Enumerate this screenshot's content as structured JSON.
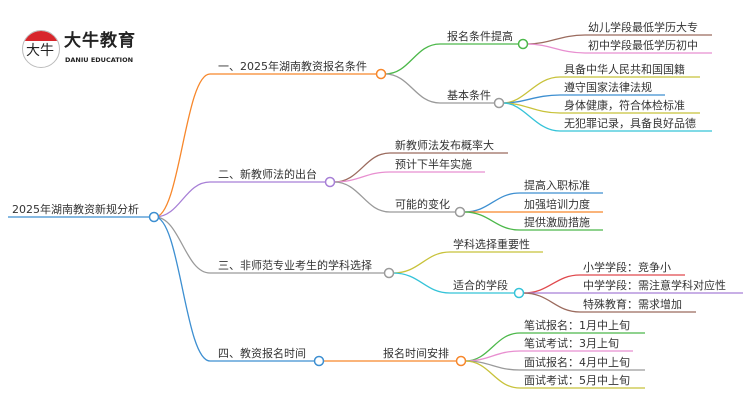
{
  "logo": {
    "name": "大牛教育",
    "en": "DANIU EDUCATION",
    "mark": "大牛"
  },
  "root": "2025年湖南教资新规分析",
  "branches": [
    {
      "label": "一、2025年湖南教资报名条件",
      "children": [
        {
          "label": "报名条件提高",
          "children": [
            "幼儿学段最低学历大专",
            "初中学段最低学历初中"
          ]
        },
        {
          "label": "基本条件",
          "children": [
            "具备中华人民共和国国籍",
            "遵守国家法律法规",
            "身体健康，符合体检标准",
            "无犯罪记录，具备良好品德"
          ]
        }
      ]
    },
    {
      "label": "二、新教师法的出台",
      "children": [
        {
          "label": "新教师法发布概率大"
        },
        {
          "label": "预计下半年实施"
        },
        {
          "label": "可能的变化",
          "children": [
            "提高入职标准",
            "加强培训力度",
            "提供激励措施"
          ]
        }
      ]
    },
    {
      "label": "三、非师范专业考生的学科选择",
      "children": [
        {
          "label": "学科选择重要性"
        },
        {
          "label": "适合的学段",
          "children": [
            "小学学段：竞争小",
            "中学学段：需注意学科对应性",
            "特殊教育：需求增加"
          ]
        }
      ]
    },
    {
      "label": "四、教资报名时间",
      "children": [
        {
          "label": "报名时间安排",
          "children": [
            "笔试报名：1月中上旬",
            "笔试考试：3月上旬",
            "面试报名：4月中上旬",
            "面试考试：5月中上旬"
          ]
        }
      ]
    }
  ],
  "colors": {
    "orange": "#f7872b",
    "purple": "#a77fd6",
    "gray": "#9a9a9a",
    "blue": "#3d8fd1",
    "green": "#4cb84a",
    "pink": "#e88fd0",
    "brown": "#9b6b5e",
    "olive": "#c8c23a",
    "cyan": "#35c3d8",
    "red": "#e0494d"
  }
}
